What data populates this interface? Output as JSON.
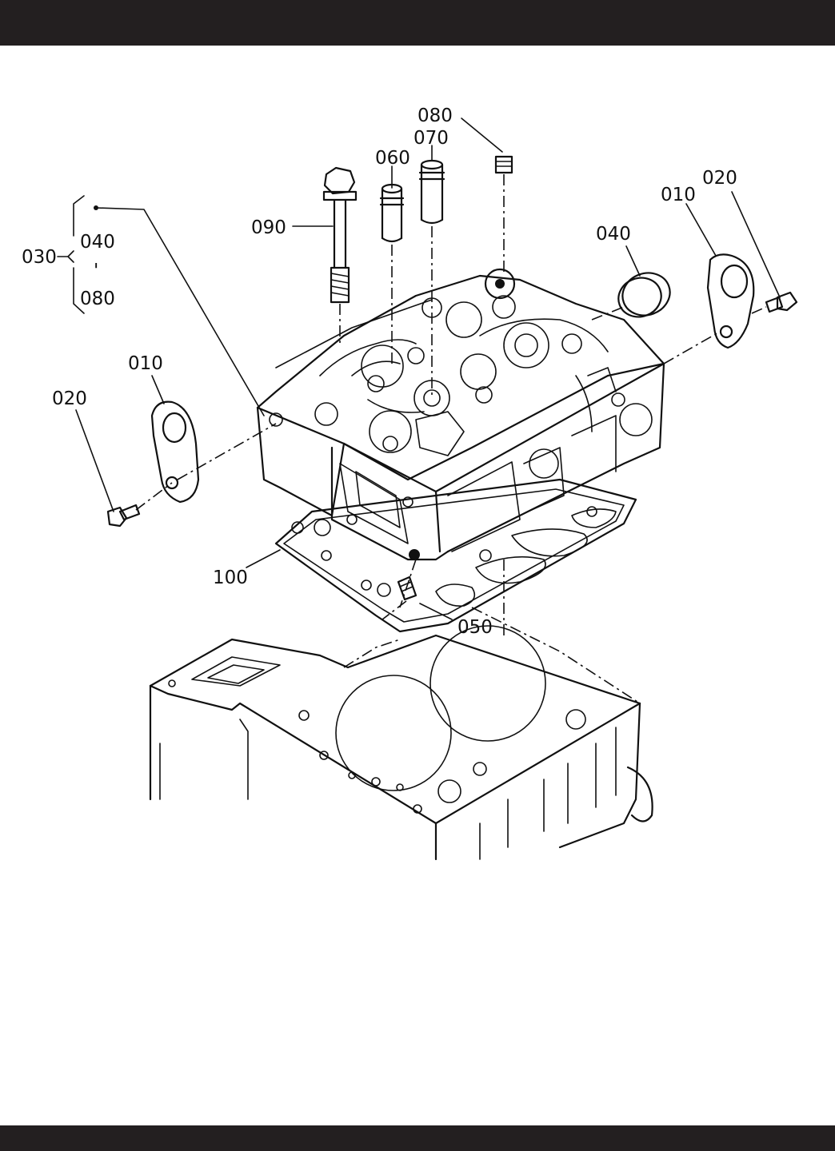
{
  "diagram": {
    "labels": {
      "p010_left": "010",
      "p020_left": "020",
      "p030": "030",
      "p030_from": "040",
      "p030_sep": "'",
      "p030_to": "080",
      "p090": "090",
      "p060": "060",
      "p070": "070",
      "p080": "080",
      "p040": "040",
      "p010_right": "010",
      "p020_right": "020",
      "p100": "100",
      "p050": "050"
    }
  }
}
